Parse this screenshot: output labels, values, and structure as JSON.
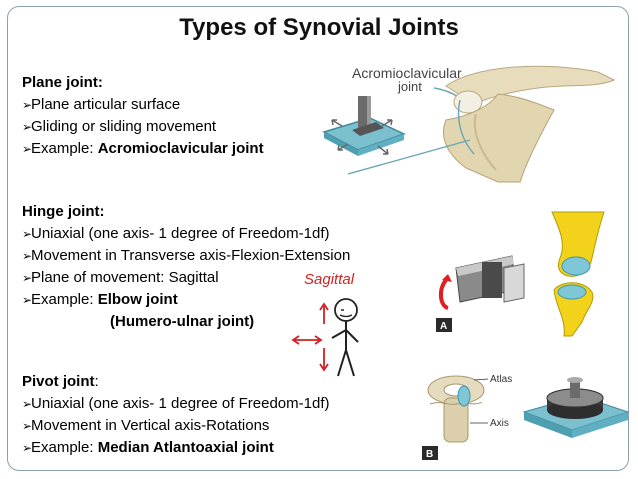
{
  "title": "Types of Synovial Joints",
  "plane": {
    "heading": "Plane joint:",
    "b1": "Plane articular surface",
    "b2": "Gliding or sliding movement",
    "b3_prefix": "Example: ",
    "b3_bold": "Acromioclavicular joint"
  },
  "hinge": {
    "heading": "Hinge joint:",
    "b1": "Uniaxial (one axis- 1 degree of Freedom-1df)",
    "b2": "Movement in Transverse axis-Flexion-Extension",
    "b3": "Plane of movement: Sagittal",
    "b4_prefix": "Example: ",
    "b4_bold": "Elbow joint",
    "b4_sub": "(Humero-ulnar joint)"
  },
  "pivot": {
    "heading": "Pivot joint",
    "heading_colon": ":",
    "b1": "Uniaxial (one axis- 1 degree of Freedom-1df)",
    "b2": "Movement in Vertical axis-Rotations",
    "b3_prefix": "Example: ",
    "b3_bold": "Median Atlantoaxial joint"
  },
  "images": {
    "acromio_label_line1": "Acromioclavicular",
    "acromio_label_line2": "joint",
    "sagittal_label": "Sagittal",
    "hinge_panel_letter": "A",
    "pivot_atlas": "Atlas",
    "pivot_axis": "Axis",
    "pivot_panel_letter": "B"
  },
  "colors": {
    "bullet_arrow": "#000000",
    "bone": "#e9e0c4",
    "cartilage_blue": "#7fc6d6",
    "plate_blue": "#7cc0d0",
    "red_arrow": "#e02020",
    "yellow_bone": "#f2d21a"
  }
}
